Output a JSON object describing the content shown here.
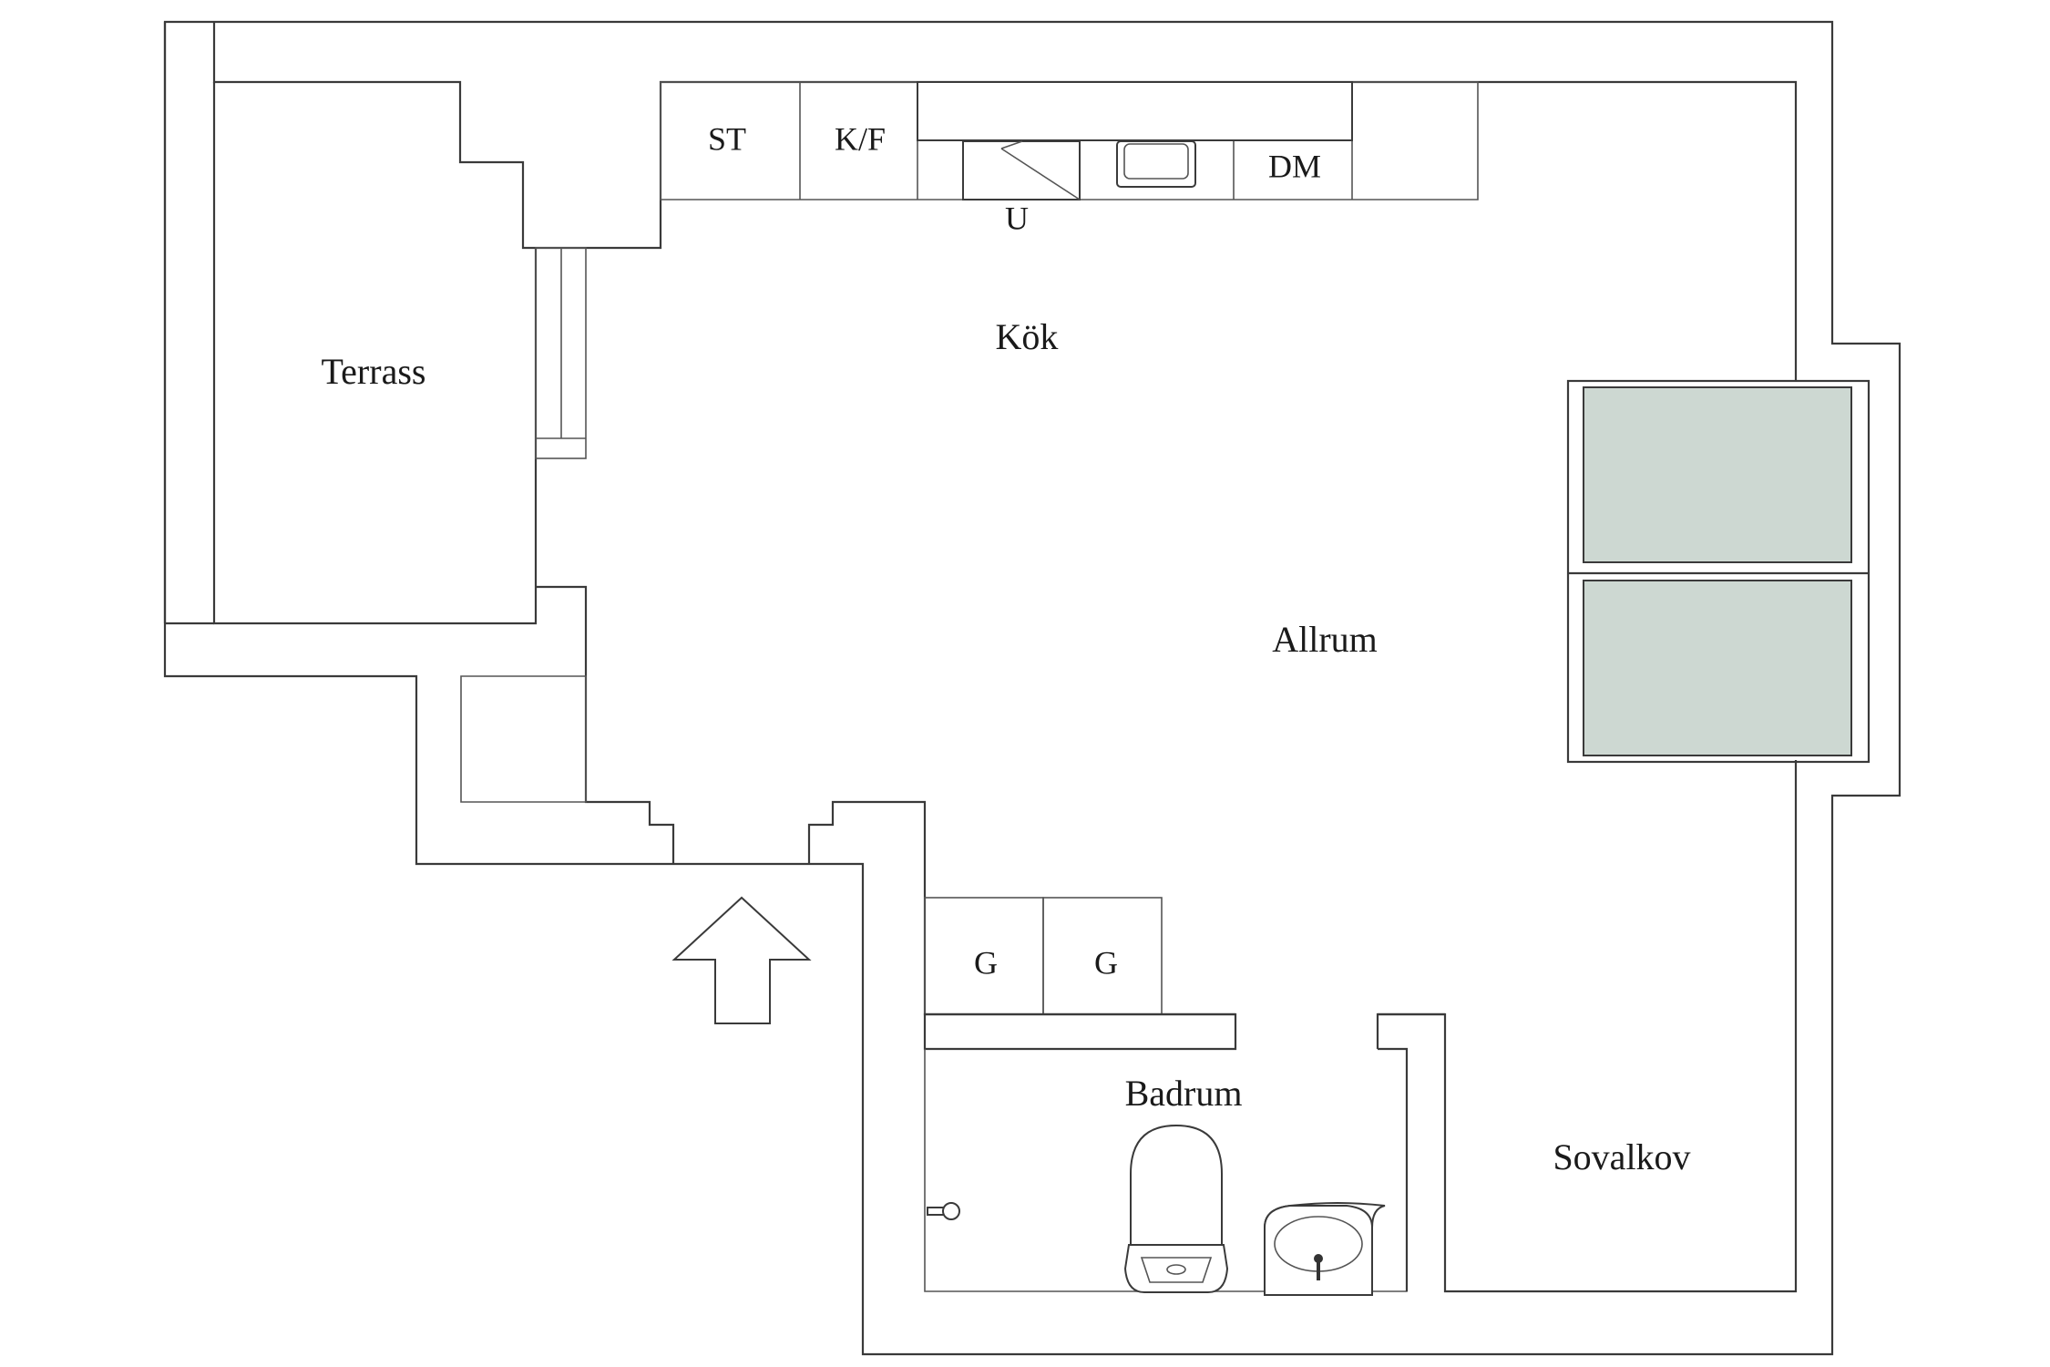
{
  "rooms": {
    "terrass": "Terrass",
    "kok": "Kök",
    "allrum": "Allrum",
    "badrum": "Badrum",
    "sovalkov": "Sovalkov"
  },
  "appliances": {
    "st": "ST",
    "kf": "K/F",
    "u": "U",
    "dm": "DM",
    "g1": "G",
    "g2": "G"
  },
  "colors": {
    "wall": "#3a3a3a",
    "window_glass": "#cdd8d2",
    "background": "#ffffff"
  }
}
